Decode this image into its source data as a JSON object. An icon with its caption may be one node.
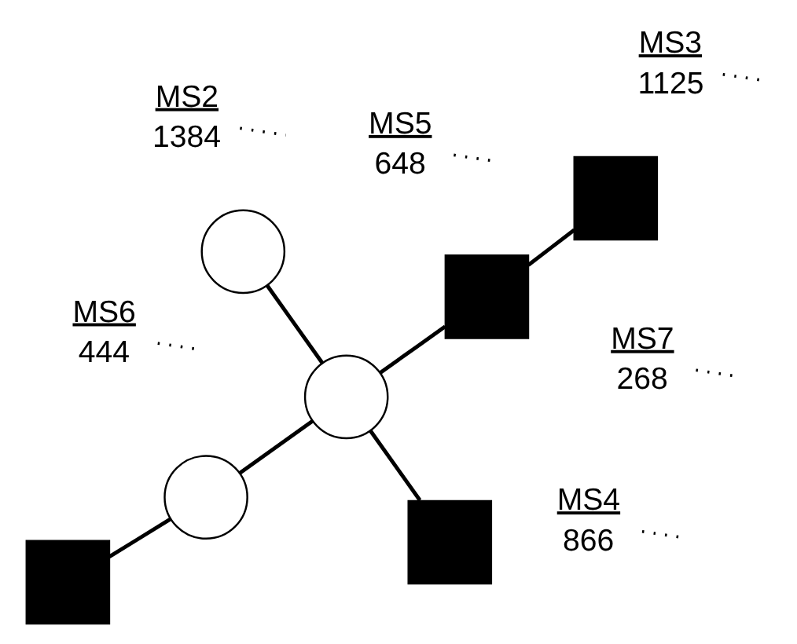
{
  "diagram": {
    "nodes": [
      {
        "text": [
          "MS4",
          "866"
        ]
      },
      {
        "text": [
          "MS5",
          "648"
        ]
      },
      {
        "text": [],
        "shape": "circle"
      },
      {
        "text": [
          "MS2",
          "1384"
        ]
      },
      {
        "text": [],
        "shape": "box"
      },
      {
        "text": [],
        "shape": "circle"
      },
      {
        "text": [],
        "shape": "box"
      },
      {
        "text": [],
        "shape": "box"
      },
      {
        "text": [
          "MS7",
          "268"
        ]
      },
      {
        "text": [],
        "shape": "box"
      },
      {
        "text": [],
        "shape": "circle"
      },
      {
        "text": [
          "MS3",
          "1125"
        ]
      },
      {
        "text": [
          "MS6",
          "444"
        ]
      }
    ],
    "edges": [
      {
        "from": 4,
        "to": 5,
        "arrow": "none"
      },
      {
        "from": 2,
        "to": 5,
        "arrow": "none"
      },
      {
        "from": 5,
        "to": 6,
        "arrow": "none"
      },
      {
        "from": 6,
        "to": 7,
        "arrow": "none"
      },
      {
        "from": 5,
        "to": 10,
        "arrow": "none"
      },
      {
        "from": 9,
        "to": 10,
        "arrow": "none"
      },
      {
        "from": 0,
        "to": null,
        "arrow": "none",
        "style": "dashed"
      },
      {
        "from": 1,
        "to": null,
        "arrow": "none",
        "style": "dashed"
      },
      {
        "from": 3,
        "to": null,
        "arrow": "none",
        "style": "dashed"
      },
      {
        "from": 8,
        "to": null,
        "arrow": "none",
        "style": "dashed"
      },
      {
        "from": 11,
        "to": null,
        "arrow": "none",
        "style": "dashed"
      },
      {
        "from": 12,
        "to": null,
        "arrow": "none",
        "style": "dashed"
      }
    ]
  }
}
